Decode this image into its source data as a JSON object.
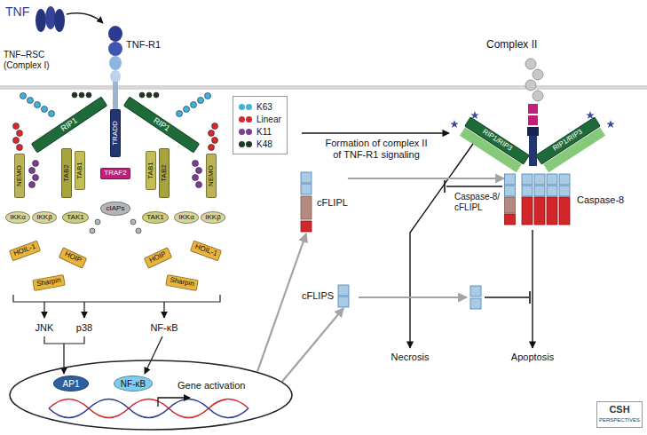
{
  "diagram": {
    "nodes": [
      {
        "text": [
          "RIP1"
        ]
      },
      {
        "text": [
          "NEMO"
        ]
      },
      {
        "text": [
          "IKKα"
        ]
      },
      {
        "text": [
          "IKKβ"
        ]
      },
      {
        "text": [
          "TAB2"
        ]
      },
      {
        "text": [
          "TAB1"
        ]
      },
      {
        "text": [
          "TAK1"
        ]
      },
      {
        "text": [
          "TRADD"
        ]
      },
      {
        "text": [
          "TRAF2"
        ]
      },
      {
        "text": [
          "cIAPs"
        ]
      },
      {
        "text": [
          "RIP1"
        ]
      },
      {
        "text": [
          "TAB1"
        ]
      },
      {
        "text": [
          "TAB2"
        ]
      },
      {
        "text": [
          "TAK1"
        ]
      },
      {
        "text": [
          "NEMO"
        ]
      },
      {
        "text": [
          "IKKα"
        ]
      },
      {
        "text": [
          "IKKβ"
        ]
      },
      {
        "text": [
          "HOIL-1"
        ]
      },
      {
        "text": [
          "HOIP"
        ]
      },
      {
        "text": [
          "Sharpin"
        ]
      },
      {
        "text": [
          "HOIP"
        ]
      },
      {
        "text": [
          "HOIL-1"
        ]
      },
      {
        "text": [
          "Sharpin"
        ]
      },
      {
        "text": [
          "RIP1/RIP3"
        ]
      },
      {
        "text": [
          "RIP1/RIP3"
        ]
      },
      {
        "text": [
          "Caspase-8"
        ]
      },
      {
        "text": [
          "cFLIPL"
        ]
      },
      {
        "text": [
          "Gene activation"
        ]
      },
      {
        "text": [
          "AP1"
        ],
        "in": 27
      },
      {
        "text": [
          "NF-κB"
        ],
        "in": 27
      },
      {
        "text": [
          "cFLIPS"
        ]
      }
    ],
    "edges": [
      {
        "from": 27,
        "to": 26,
        "arrow": "to"
      },
      {
        "from": 27,
        "to": 30,
        "arrow": "to"
      },
      {
        "from": 26,
        "to": 25,
        "arrow": "to"
      }
    ],
    "labels": [
      "TNF",
      "TNF–RSC (Complex I)",
      "TNF-R1",
      "Formation of complex II of TNF-R1 signaling",
      "Complex II",
      "JNK",
      "p38",
      "NF-κB",
      "Caspase-8/ cFLIPL",
      "Necrosis",
      "Apoptosis",
      "CSH",
      "PERSPECTIVES"
    ],
    "legend": [
      {
        "text": "K63",
        "color": "#3bb4e0"
      },
      {
        "text": "Linear",
        "color": "#d7282f"
      },
      {
        "text": "K11",
        "color": "#7d3c98"
      },
      {
        "text": "K48",
        "color": "#1d3b22"
      }
    ]
  }
}
